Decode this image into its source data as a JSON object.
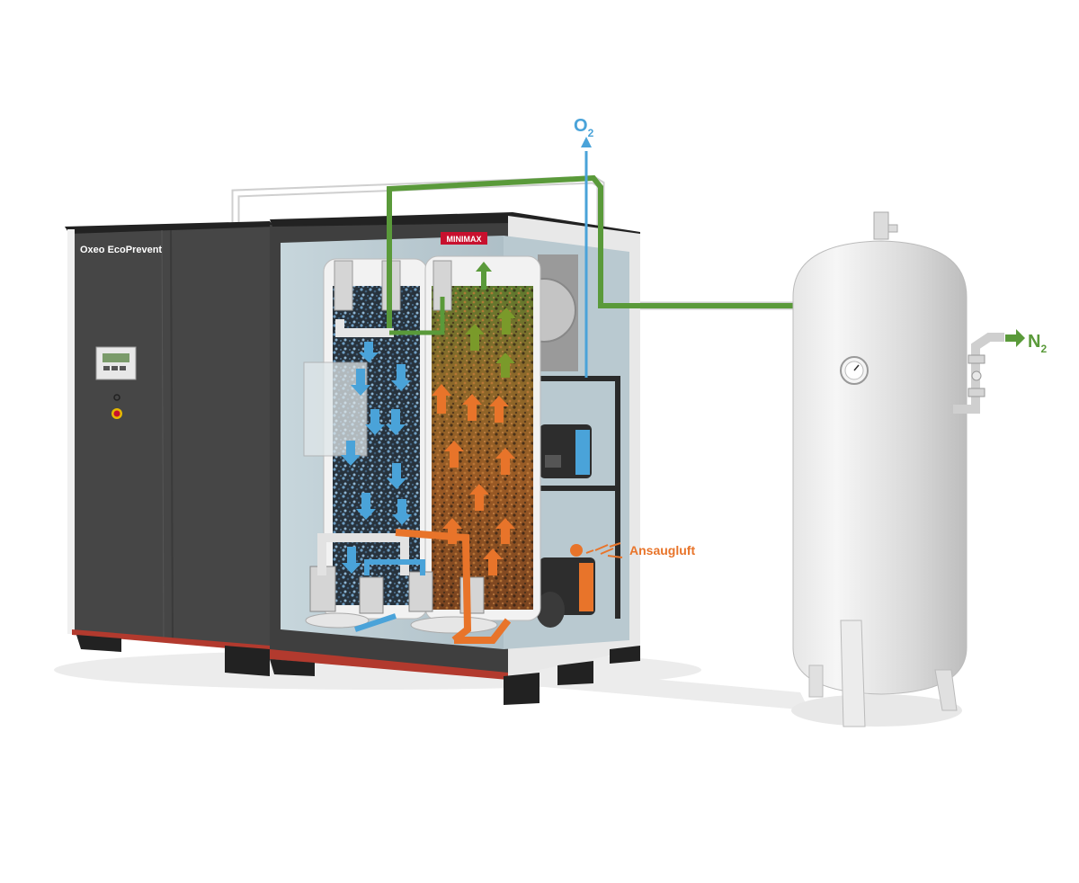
{
  "labels": {
    "product_name": "Oxeo EcoPrevent",
    "brand": "MINIMAX",
    "oxygen_main": "O",
    "oxygen_sub": "2",
    "nitrogen_main": "N",
    "nitrogen_sub": "2",
    "intake_air": "Ansaugluft"
  },
  "colors": {
    "nitrogen_green": "#5a9a3a",
    "oxygen_blue": "#4aa3d9",
    "intake_orange": "#e8742a",
    "cabinet_dark": "#454545",
    "brand_red": "#c8102e"
  }
}
